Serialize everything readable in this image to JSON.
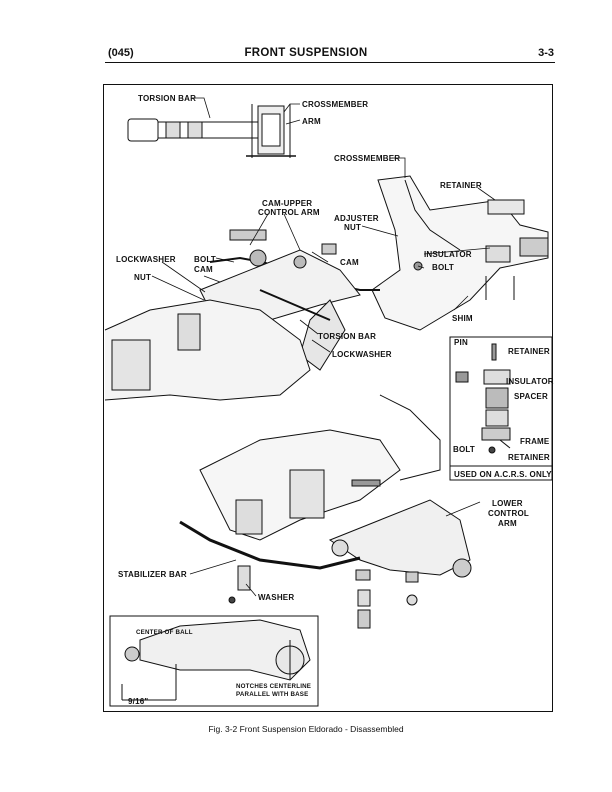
{
  "header": {
    "left": "(045)",
    "title": "FRONT SUSPENSION",
    "page": "3-3"
  },
  "labels": {
    "torsion_bar_top": "TORSION BAR",
    "crossmember_top": "CROSSMEMBER",
    "arm": "ARM",
    "crossmember": "CROSSMEMBER",
    "retainer": "RETAINER",
    "cam_upper_1": "CAM-UPPER",
    "cam_upper_2": "CONTROL ARM",
    "adjuster_1": "ADJUSTER",
    "adjuster_2": "NUT",
    "lockwasher_left": "LOCKWASHER",
    "bolt_left": "BOLT",
    "nut": "NUT",
    "cam_left": "CAM",
    "cam_right": "CAM",
    "insulator": "INSULATOR",
    "bolt_right": "BOLT",
    "shim": "SHIM",
    "torsion_bar": "TORSION BAR",
    "lockwasher": "LOCKWASHER",
    "lower_1": "LOWER",
    "lower_2": "CONTROL",
    "lower_3": "ARM",
    "stabilizer_bar": "STABILIZER BAR",
    "washer": "WASHER"
  },
  "inset": {
    "pin": "PIN",
    "retainer": "RETAINER",
    "insulator": "INSULATOR",
    "spacer": "SPACER",
    "frame": "FRAME",
    "bolt": "BOLT",
    "retainer2": "RETAINER",
    "note": "USED ON A.C.R.S. ONLY"
  },
  "detail": {
    "center_of_ball": "CENTER OF BALL",
    "notches_1": "NOTCHES CENTERLINE",
    "notches_2": "PARALLEL WITH BASE",
    "dimension": "9/16\""
  },
  "caption": "Fig. 3-2  Front Suspension Eldorado - Disassembled"
}
